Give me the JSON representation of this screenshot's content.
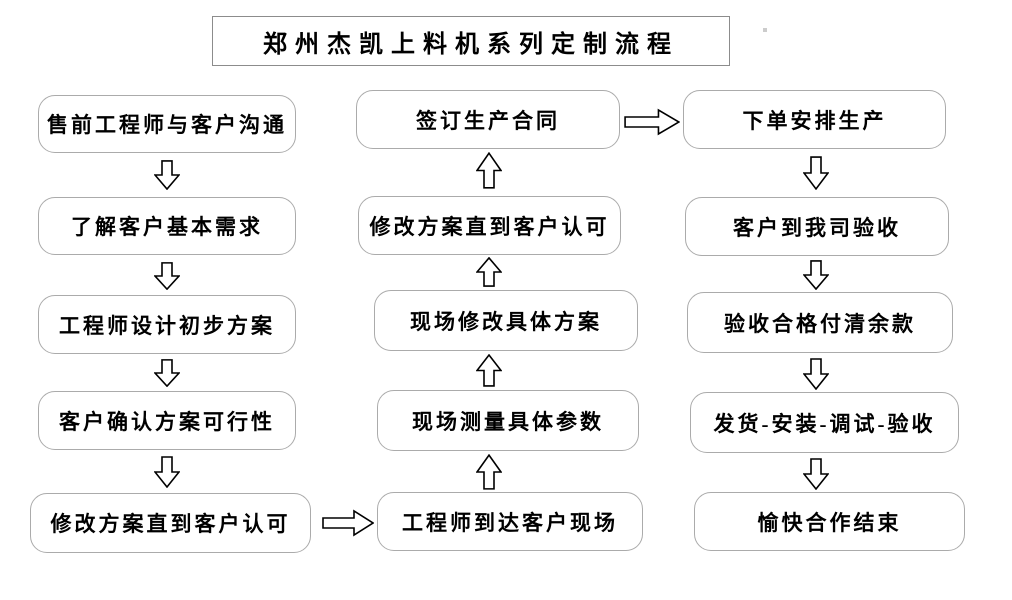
{
  "title": "郑州杰凯上料机系列定制流程",
  "flow": {
    "left_column": {
      "flow_direction": "top-to-bottom",
      "steps": [
        "售前工程师与客户沟通",
        "了解客户基本需求",
        "工程师设计初步方案",
        "客户确认方案可行性",
        "修改方案直到客户认可"
      ]
    },
    "middle_column": {
      "flow_direction": "bottom-to-top",
      "steps": [
        "签订生产合同",
        "修改方案直到客户认可",
        "现场修改具体方案",
        "现场测量具体参数",
        "工程师到达客户现场"
      ]
    },
    "right_column": {
      "flow_direction": "top-to-bottom",
      "steps": [
        "下单安排生产",
        "客户到我司验收",
        "验收合格付清余款",
        "发货-安装-调试-验收",
        "愉快合作结束"
      ]
    },
    "connectors": {
      "left_bottom_to_middle_bottom": "right-block-arrow",
      "middle_top_to_right_top": "right-block-arrow"
    }
  },
  "colors": {
    "background": "#ffffff",
    "box_border": "#ababab",
    "title_border": "#8c8c8c",
    "text": "#000000",
    "arrow_outline": "#000000",
    "arrow_fill": "#ffffff"
  }
}
